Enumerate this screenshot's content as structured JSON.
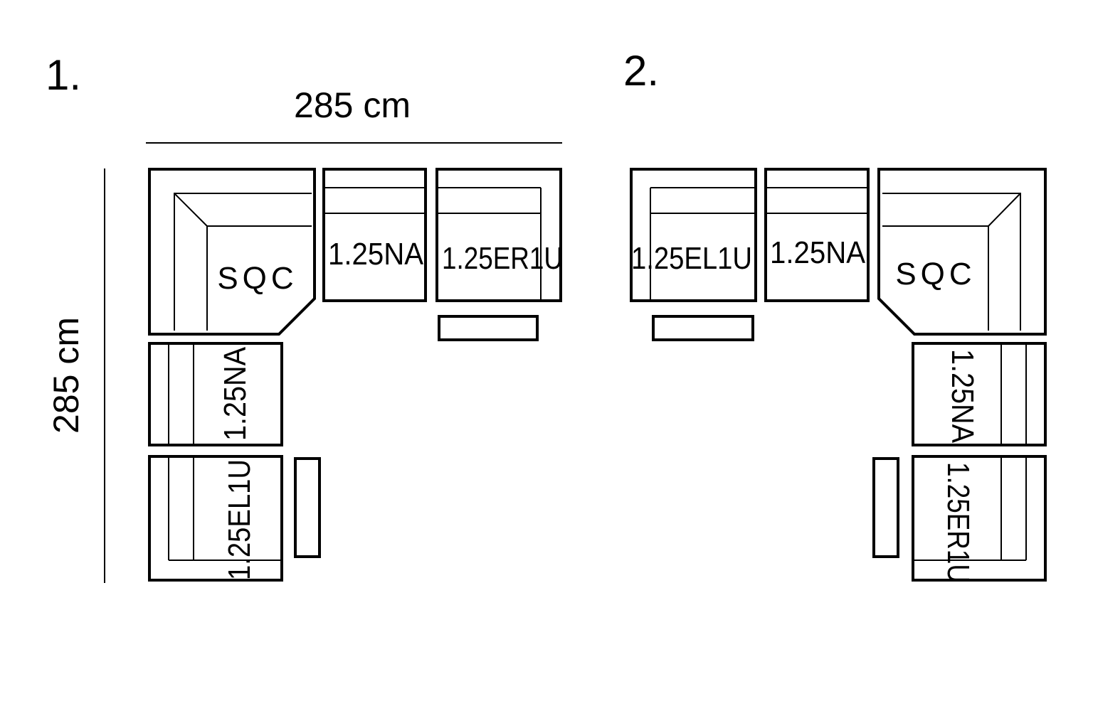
{
  "layouts": [
    {
      "number": "1.",
      "width_label": "285 cm",
      "depth_label": "285 cm",
      "modules": {
        "corner": "SQC",
        "top_middle": "1.25NA",
        "top_end": "1.25ER1U",
        "side_middle": "1.25NA",
        "side_end": "1.25EL1U"
      }
    },
    {
      "number": "2.",
      "modules": {
        "corner": "SQC",
        "top_middle": "1.25NA",
        "top_end": "1.25EL1U",
        "side_middle": "1.25NA",
        "side_end": "1.25ER1U"
      }
    }
  ]
}
